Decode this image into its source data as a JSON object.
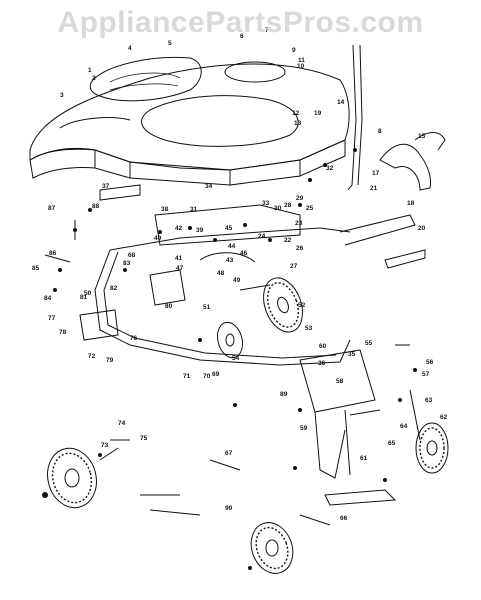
{
  "watermark": "AppliancePartsPros.com",
  "labels": [
    "1",
    "2",
    "3",
    "4",
    "5",
    "6",
    "7",
    "8",
    "9",
    "10",
    "11",
    "12",
    "13",
    "14",
    "15",
    "17",
    "18",
    "19",
    "20",
    "21",
    "22",
    "23",
    "24",
    "25",
    "26",
    "27",
    "28",
    "29",
    "30",
    "31",
    "32",
    "33",
    "34",
    "35",
    "36",
    "37",
    "38",
    "39",
    "40",
    "41",
    "42",
    "43",
    "44",
    "45",
    "46",
    "47",
    "48",
    "49",
    "50",
    "51",
    "52",
    "53",
    "54",
    "55",
    "56",
    "57",
    "58",
    "59",
    "60",
    "61",
    "62",
    "63",
    "64",
    "65",
    "66",
    "67",
    "68",
    "69",
    "70",
    "71",
    "72",
    "73",
    "74",
    "75",
    "76",
    "77",
    "78",
    "79",
    "80",
    "81",
    "82",
    "83",
    "84",
    "85",
    "86",
    "87",
    "88",
    "89",
    "90"
  ]
}
